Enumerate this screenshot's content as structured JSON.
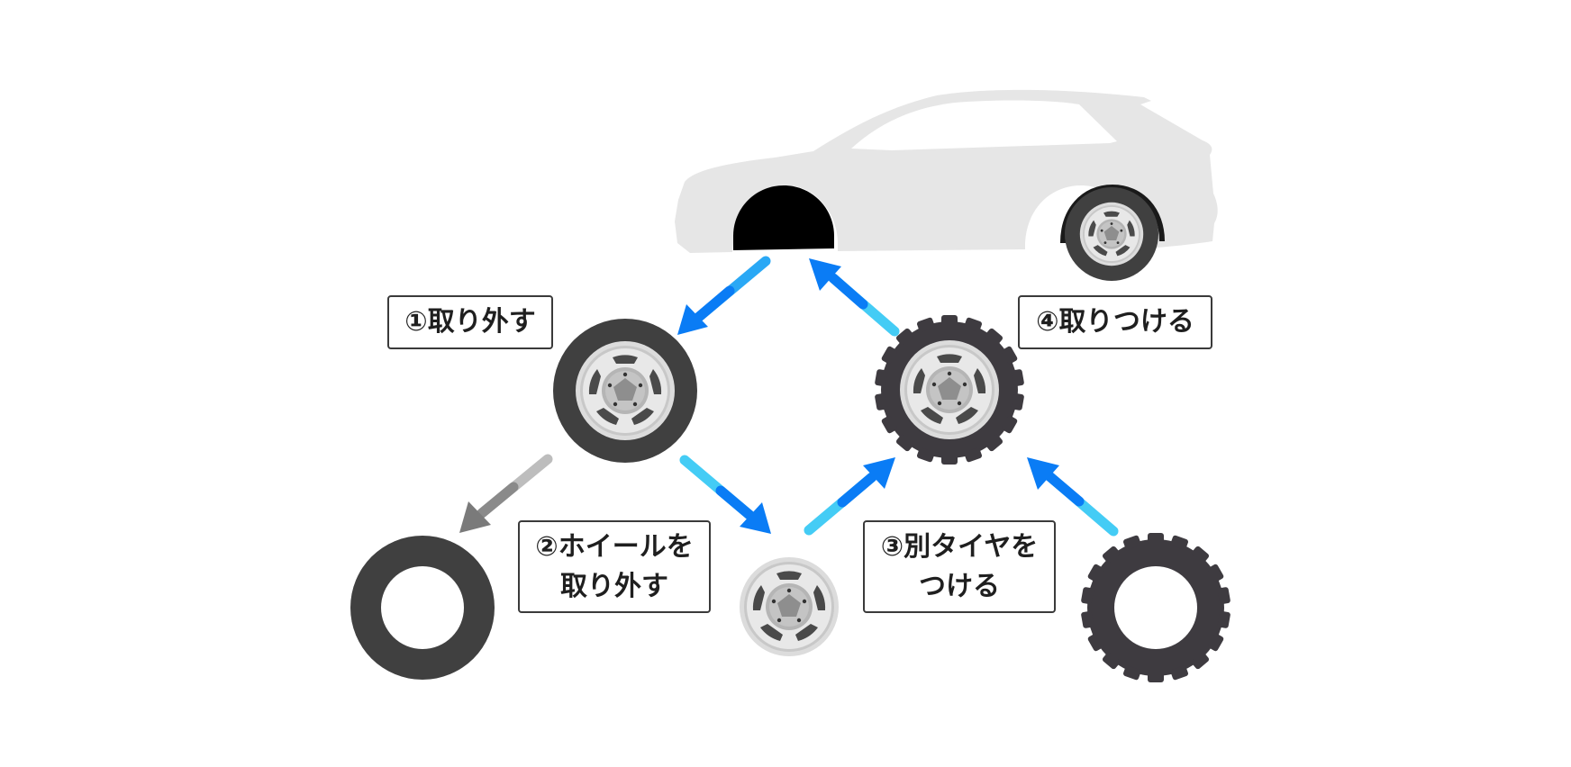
{
  "labels": {
    "step1": {
      "line1": "①取り外す"
    },
    "step2": {
      "line1": "②ホイールを",
      "line2": "取り外す"
    },
    "step3": {
      "line1": "③別タイヤを",
      "line2": "つける"
    },
    "step4": {
      "line1": "④取りつける"
    }
  },
  "colors": {
    "car_body": "#e6e6e6",
    "wheel_well": "#000000",
    "tire_dark": "#404040",
    "tire_knobby": "#3e3b40",
    "rim_light": "#d9d9d9",
    "arrow_blue_start": "#44ccf5",
    "arrow_blue_end": "#0a7cf5",
    "arrow_gray_start": "#d0d0d0",
    "arrow_gray_end": "#7a7a7a"
  }
}
